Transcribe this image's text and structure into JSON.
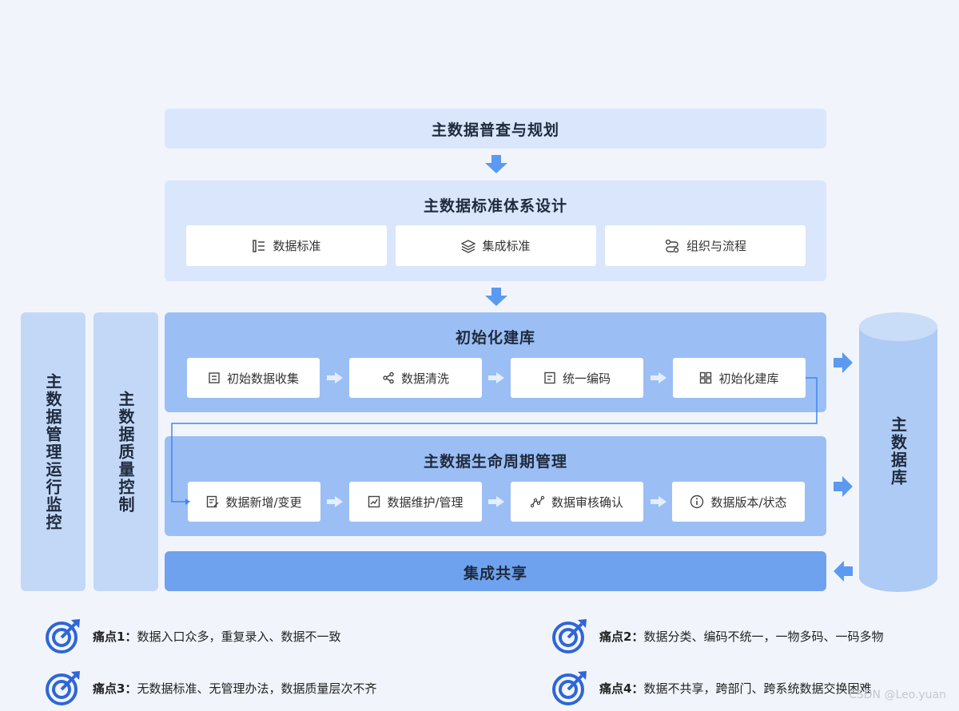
{
  "planning": {
    "title": "主数据普查与规划"
  },
  "standards": {
    "title": "主数据标准体系设计",
    "cards": [
      {
        "label": "数据标准",
        "icon": "list-doc-icon"
      },
      {
        "label": "集成标准",
        "icon": "layers-icon"
      },
      {
        "label": "组织与流程",
        "icon": "flow-icon"
      }
    ]
  },
  "init": {
    "title": "初始化建库",
    "cards": [
      {
        "label": "初始数据收集",
        "icon": "collect-icon"
      },
      {
        "label": "数据清洗",
        "icon": "clean-icon"
      },
      {
        "label": "统一编码",
        "icon": "code-icon"
      },
      {
        "label": "初始化建库",
        "icon": "grid-icon"
      }
    ]
  },
  "lifecycle": {
    "title": "主数据生命周期管理",
    "cards": [
      {
        "label": "数据新增/变更",
        "icon": "edit-doc-icon"
      },
      {
        "label": "数据维护/管理",
        "icon": "maintain-icon"
      },
      {
        "label": "数据审核确认",
        "icon": "audit-icon"
      },
      {
        "label": "数据版本/状态",
        "icon": "info-icon"
      }
    ]
  },
  "share": {
    "title": "集成共享"
  },
  "side": {
    "monitor": "主数据管理运行监控",
    "quality": "主数据质量控制",
    "database": "主数据库"
  },
  "pain_points": [
    {
      "label": "痛点1：",
      "text": "数据入口众多，重复录入、数据不一致"
    },
    {
      "label": "痛点2：",
      "text": "数据分类、编码不统一，一物多码、一码多物"
    },
    {
      "label": "痛点3：",
      "text": "无数据标准、无管理办法，数据质量层次不齐"
    },
    {
      "label": "痛点4：",
      "text": "数据不共享，跨部门、跨系统数据交换困难"
    }
  ],
  "watermark": "CSDN @Leo.yuan",
  "colors": {
    "background": "#f1f5fb",
    "band_light": "#d9e6fb",
    "band_mid": "#9bbff4",
    "band_strong": "#6ea2ee",
    "side": "#c3d8f7",
    "arrow": "#5b9af0",
    "icon_blue": "#2f66d6"
  }
}
